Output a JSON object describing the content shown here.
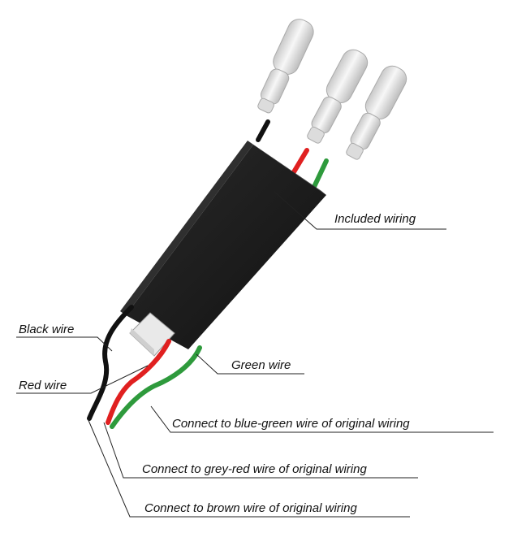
{
  "colors": {
    "module": "#1c1c1c",
    "black_wire": "#111111",
    "red_wire": "#e02020",
    "green_wire": "#2e9a3c",
    "connector": "#ececec",
    "leader": "#222222"
  },
  "labels": {
    "included_wiring": "Included wiring",
    "black_wire": "Black wire",
    "green_wire": "Green wire",
    "red_wire": "Red wire",
    "connect_blue_green": "Connect to blue-green wire of original wiring",
    "connect_grey_red": "Connect to grey-red wire of original wiring",
    "connect_brown": "Connect to brown wire of original wiring"
  }
}
